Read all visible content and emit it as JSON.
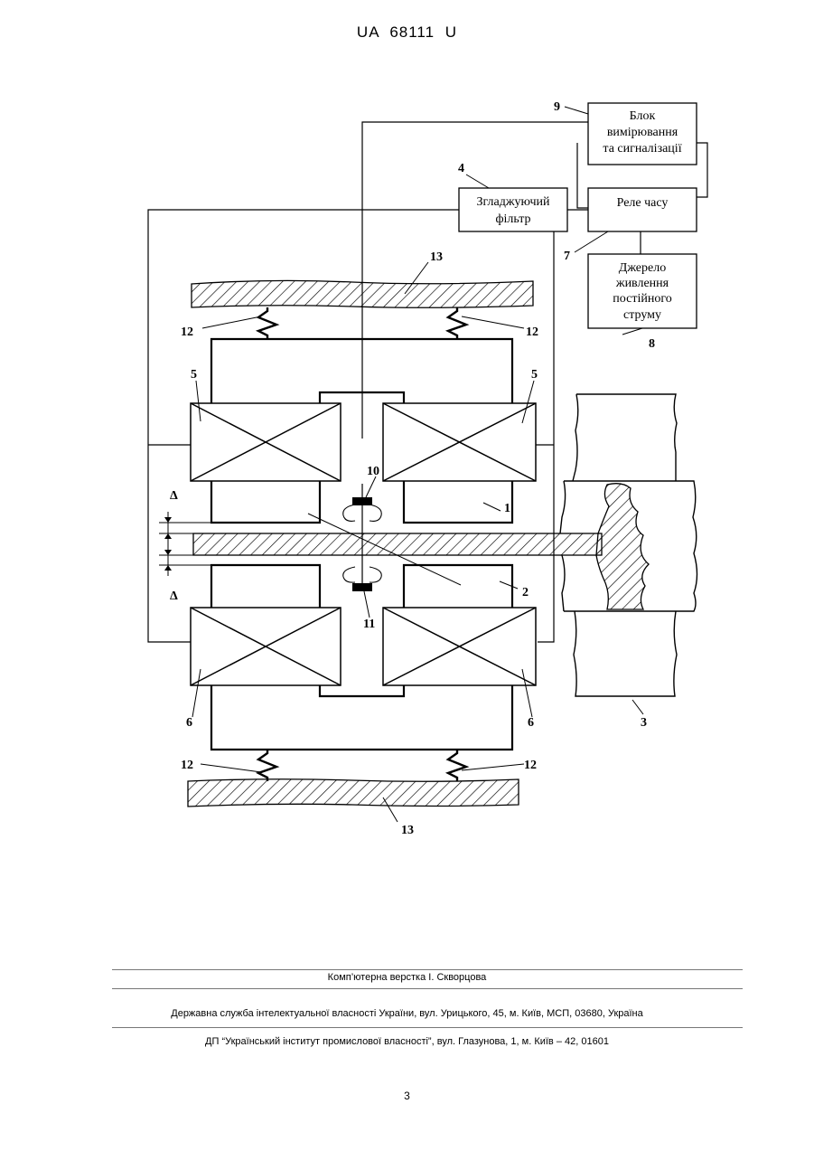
{
  "header": {
    "patent_number": "UA   68111   U"
  },
  "figure": {
    "blocks": {
      "measurement_lines": [
        "Блок",
        "вимірювання",
        "та сигналізації"
      ],
      "filter_lines": [
        "Згладжуючий",
        "фільтр"
      ],
      "relay_lines": [
        "Реле часу"
      ],
      "power_lines": [
        "Джерело",
        "живлення",
        "постійного",
        "струму"
      ]
    },
    "labels": {
      "n1": "1",
      "n2": "2",
      "n3": "3",
      "n4": "4",
      "n5": "5",
      "n6": "6",
      "n7": "7",
      "n8": "8",
      "n9": "9",
      "n10": "10",
      "n11": "11",
      "n12": "12",
      "n13": "13",
      "delta": "Δ"
    }
  },
  "footer": {
    "layout_credit": "Комп’ютерна верстка І. Скворцова",
    "agency": "Державна служба інтелектуальної власності України, вул. Урицького, 45, м. Київ, МСП, 03680, Україна",
    "institute": "ДП “Український інститут промислової власності”, вул. Глазунова, 1, м. Київ – 42, 01601"
  },
  "page_number": "3"
}
